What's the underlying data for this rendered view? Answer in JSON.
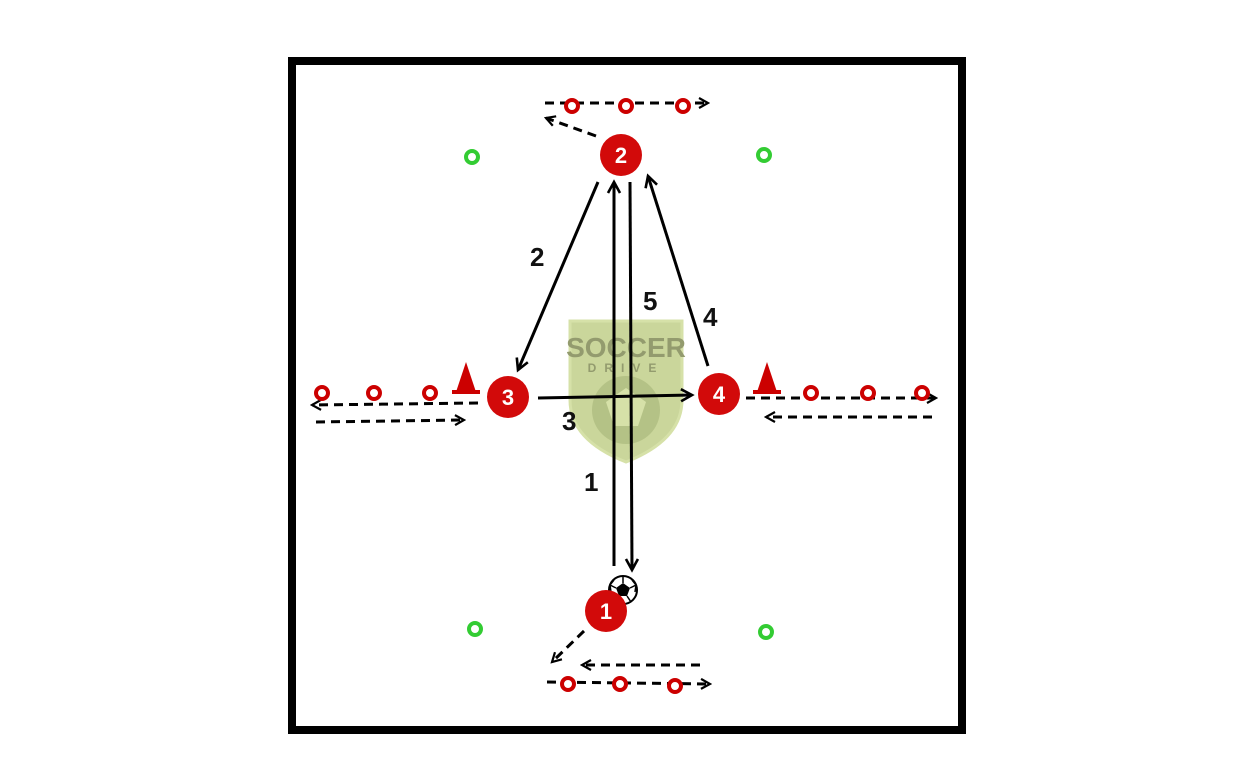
{
  "colors": {
    "field_border": "#000000",
    "player_fill": "#d20a0a",
    "player_text": "#ffffff",
    "cone_red": "#cc0000",
    "marker_green": "#33cc33",
    "logo_shield": "#b9c97a",
    "logo_text": "#6f7a3e",
    "arrow": "#000000"
  },
  "players": [
    {
      "id": "1",
      "label": "1"
    },
    {
      "id": "2",
      "label": "2"
    },
    {
      "id": "3",
      "label": "3"
    },
    {
      "id": "4",
      "label": "4"
    }
  ],
  "pass_sequence": [
    {
      "step": "1",
      "label": "1",
      "from": "1",
      "to": "2"
    },
    {
      "step": "2",
      "label": "2",
      "from": "2",
      "to": "3"
    },
    {
      "step": "3",
      "label": "3",
      "from": "3",
      "to": "4"
    },
    {
      "step": "4",
      "label": "4",
      "from": "4",
      "to": "2"
    },
    {
      "step": "5",
      "label": "5",
      "from": "2",
      "to": "1"
    }
  ],
  "logo": {
    "line1": "SOCCER",
    "line2": "DRIVE"
  },
  "icons": {
    "ball": "soccer-ball-icon",
    "cone": "cone-icon",
    "disc": "disc-cone-icon",
    "marker": "green-marker-icon"
  }
}
